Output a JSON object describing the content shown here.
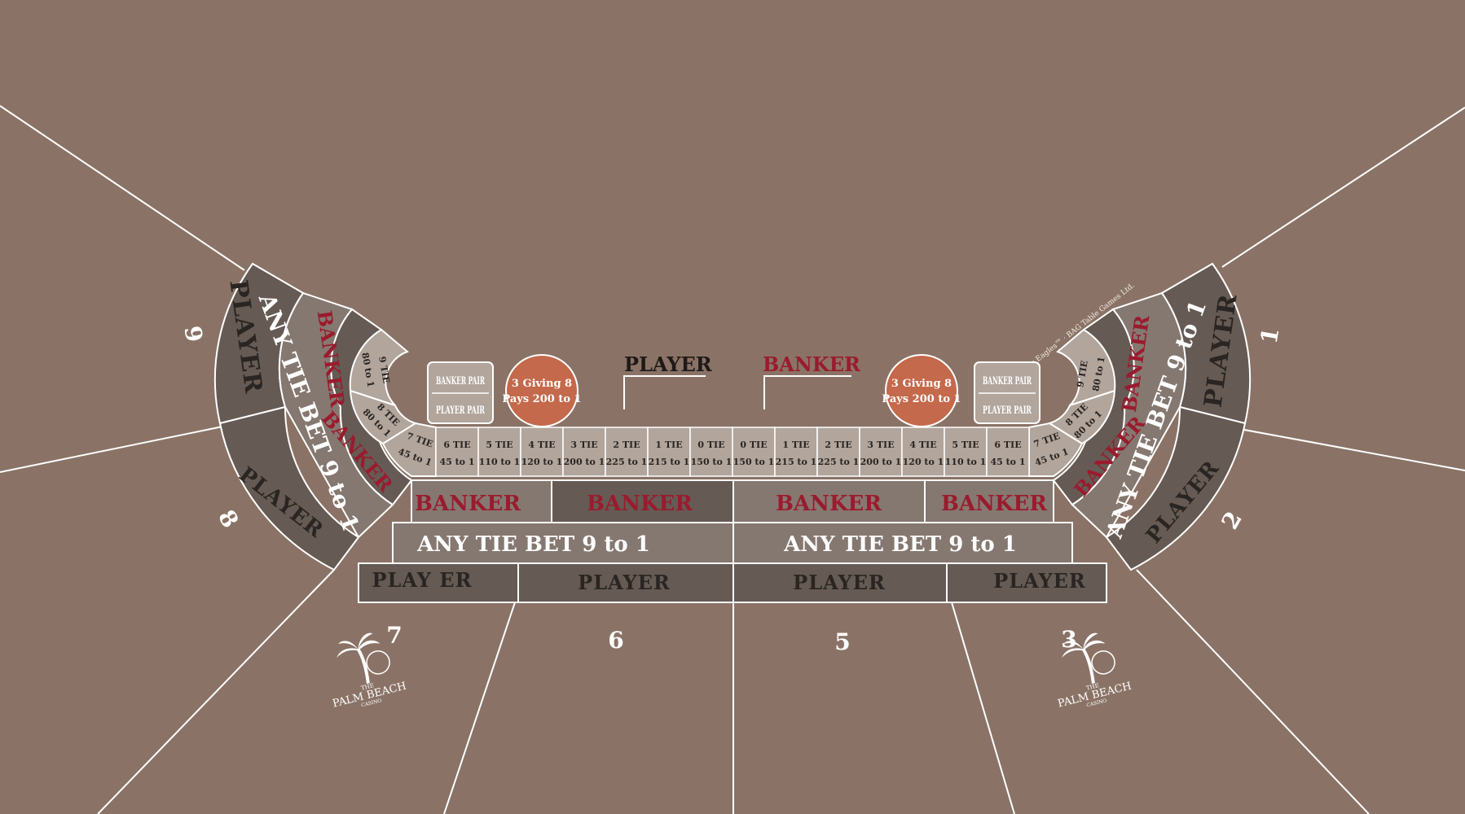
{
  "colors": {
    "felt": "#8a7366",
    "band_dark": "#655b54",
    "band_mid": "#857870",
    "tie_cell": "#b1a59c",
    "circle": "#c4694b",
    "banker_red": "#9a1b2e",
    "line": "#ffffff"
  },
  "left_arc": {
    "player": "PLAYER",
    "any_tie": "ANY TIE BET 9 to 1",
    "banker_outer": "BANKER",
    "banker_inner": "BANKER",
    "tie9": {
      "top": "9 TIE",
      "bottom": "80 to 1"
    },
    "tie8": {
      "top": "8 TIE",
      "bottom": "80 to 1"
    },
    "tie7": {
      "top": "7 TIE",
      "bottom": "45 to 1"
    },
    "lower_player": "PLAYER"
  },
  "right_arc": {
    "player": "PLAYER",
    "any_tie": "ANY TIE BET 9 to 1",
    "banker_outer": "BANKER",
    "banker_inner": "BANKER",
    "tie9": {
      "top": "9 TIE",
      "bottom": "80 to 1"
    },
    "tie8": {
      "top": "8 TIE",
      "bottom": "80 to 1"
    },
    "tie7": {
      "top": "7 TIE",
      "bottom": "45 to 1"
    },
    "lower_player": "PLAYER",
    "legal": "UR Way Eagles™ · BAG Table Games Ltd."
  },
  "tie_row": [
    {
      "top": "6 TIE",
      "bottom": "45 to 1"
    },
    {
      "top": "5 TIE",
      "bottom": "110 to 1"
    },
    {
      "top": "4 TIE",
      "bottom": "120 to 1"
    },
    {
      "top": "3 TIE",
      "bottom": "200 to 1"
    },
    {
      "top": "2 TIE",
      "bottom": "225 to 1"
    },
    {
      "top": "1 TIE",
      "bottom": "215 to 1"
    },
    {
      "top": "0 TIE",
      "bottom": "150 to 1"
    },
    {
      "top": "0 TIE",
      "bottom": "150 to 1"
    },
    {
      "top": "1 TIE",
      "bottom": "215 to 1"
    },
    {
      "top": "2 TIE",
      "bottom": "225 to 1"
    },
    {
      "top": "3 TIE",
      "bottom": "200 to 1"
    },
    {
      "top": "4 TIE",
      "bottom": "120 to 1"
    },
    {
      "top": "5 TIE",
      "bottom": "110 to 1"
    },
    {
      "top": "6 TIE",
      "bottom": "45 to 1"
    }
  ],
  "pair_box": {
    "banker": "BANKER PAIR",
    "player": "PLAYER PAIR"
  },
  "side_circle": {
    "line1": "3 Giving 8",
    "line2": "Pays 200 to 1"
  },
  "headers": {
    "player": "PLAYER",
    "banker": "BANKER"
  },
  "bands": {
    "banker": [
      "BANKER",
      "BANKER",
      "BANKER",
      "BANKER"
    ],
    "any_tie": [
      "ANY TIE BET 9 to 1",
      "ANY TIE BET 9 to 1"
    ],
    "player": [
      "PLAY ER",
      "PLAYER",
      "PLAYER",
      "PLAYER"
    ]
  },
  "seats": [
    "1",
    "2",
    "3",
    "5",
    "6",
    "7",
    "8",
    "9"
  ],
  "logo": {
    "line1": "THE",
    "line2": "PALM BEACH",
    "line3": "CASINO"
  },
  "icons": [
    "palm-tree-icon"
  ]
}
